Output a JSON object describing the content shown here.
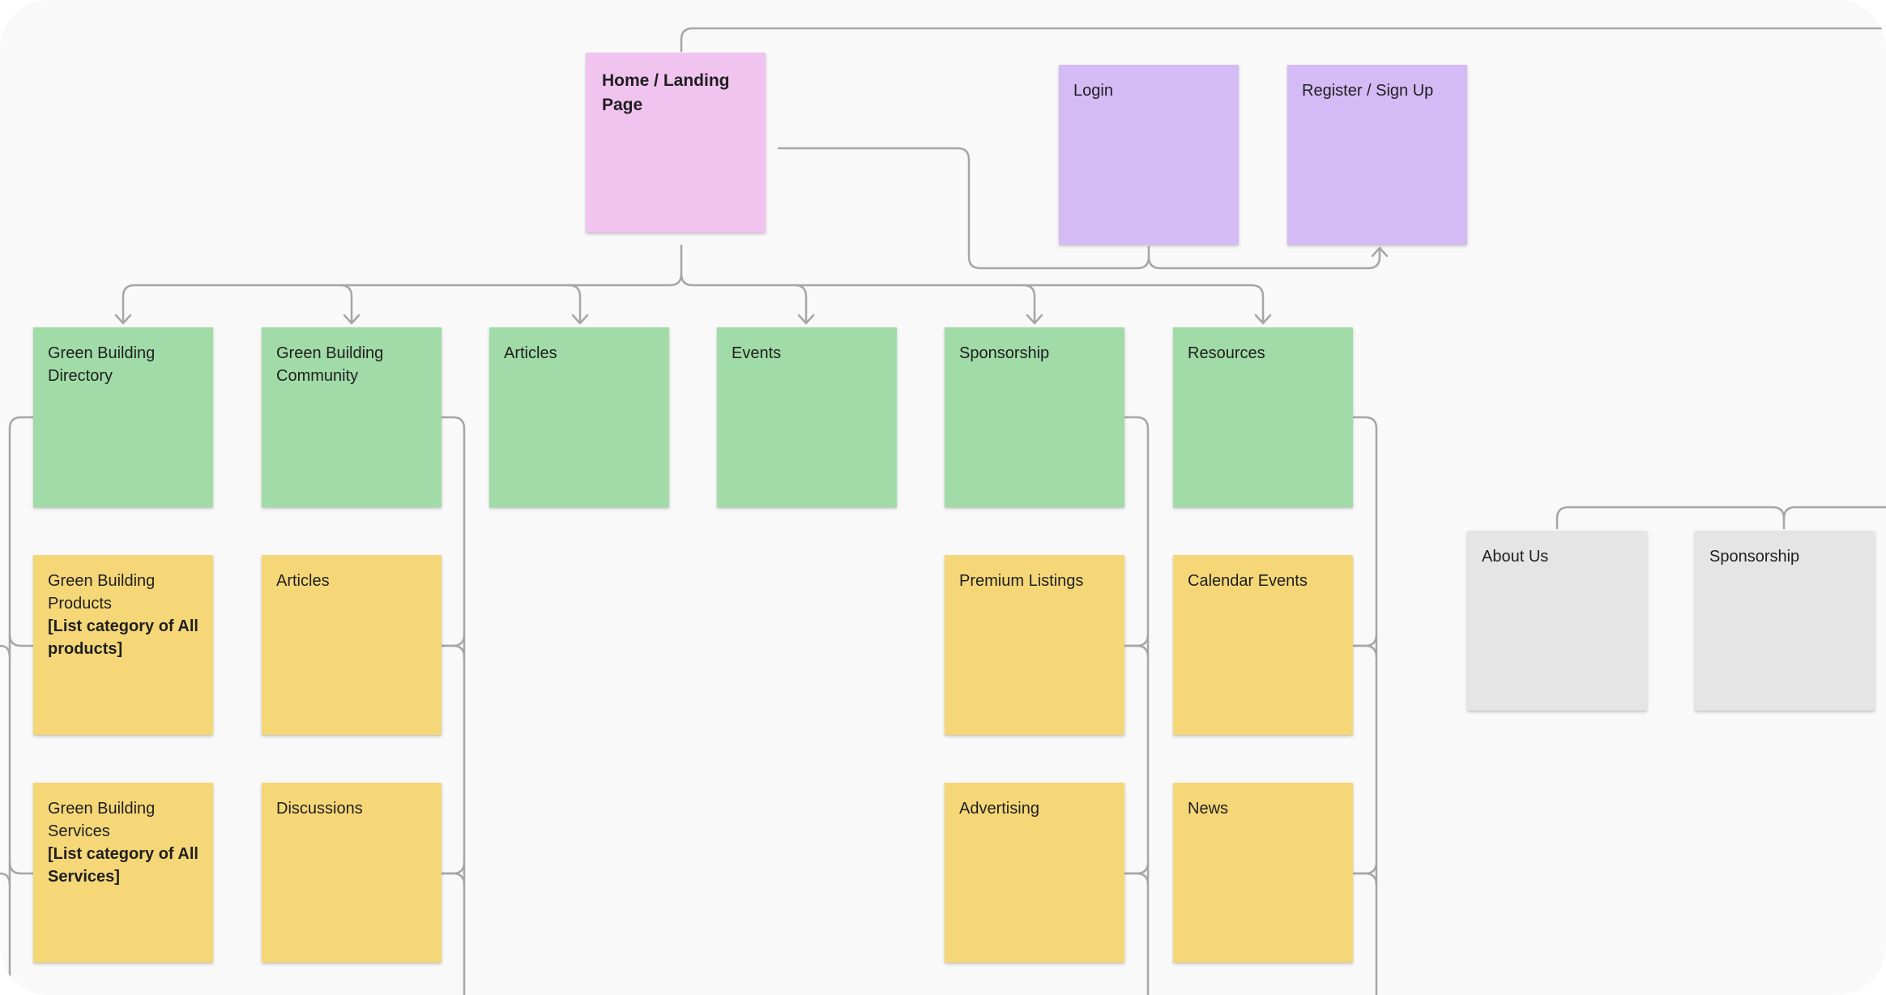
{
  "diagram": {
    "home": {
      "label": "Home / Landing Page"
    },
    "auth": [
      {
        "label": "Login"
      },
      {
        "label": "Register / Sign Up"
      }
    ],
    "sections": [
      {
        "label": "Green Building Directory"
      },
      {
        "label": "Green Building Community"
      },
      {
        "label": "Articles"
      },
      {
        "label": "Events"
      },
      {
        "label": "Sponsorship"
      },
      {
        "label": "Resources"
      }
    ],
    "directory_children": [
      {
        "label": "Green Building Products",
        "note": "[List category of All products]"
      },
      {
        "label": "Green Building Services",
        "note": "[List category of All Services]"
      }
    ],
    "community_children": [
      {
        "label": "Articles"
      },
      {
        "label": "Discussions"
      }
    ],
    "sponsorship_children": [
      {
        "label": "Premium Listings"
      },
      {
        "label": "Advertising"
      }
    ],
    "resources_children": [
      {
        "label": "Calendar Events"
      },
      {
        "label": "News"
      }
    ],
    "extra_pages": [
      {
        "label": "About Us"
      },
      {
        "label": "Sponsorship"
      }
    ]
  },
  "colors": {
    "canvas": "#f9f9f9",
    "connector": "#a6a6a6",
    "home": "#f1c3ef",
    "auth": "#d4bbf6",
    "section": "#a1dba7",
    "subpage": "#f5d778",
    "extra": "#e5e5e5"
  }
}
